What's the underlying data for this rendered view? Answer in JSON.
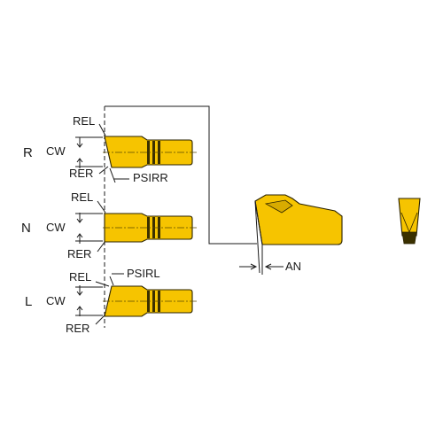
{
  "variants": [
    {
      "code": "R",
      "cw": "CW",
      "rel": "REL",
      "rer": "RER",
      "psi": "PSIRR"
    },
    {
      "code": "N",
      "cw": "CW",
      "rel": "REL",
      "rer": "RER"
    },
    {
      "code": "L",
      "cw": "CW",
      "rel": "REL",
      "rer": "RER",
      "psi": "PSIRL"
    }
  ],
  "angle_label": "AN",
  "colors": {
    "insert": "#f6c400",
    "outline": "#2a2200",
    "line": "#1a1a1a"
  }
}
